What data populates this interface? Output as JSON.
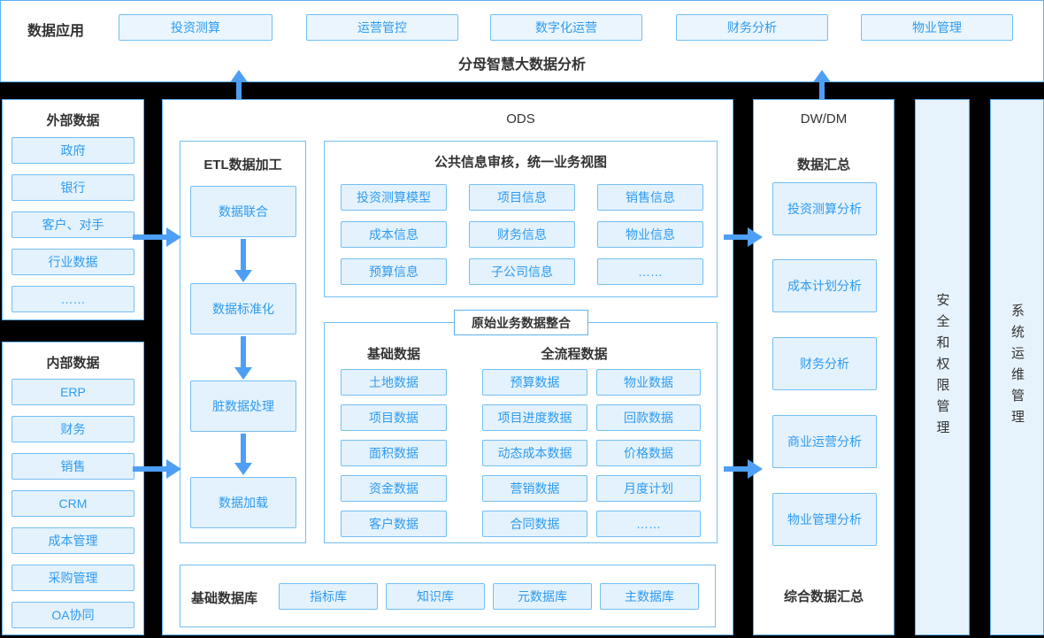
{
  "colors": {
    "background": "#000000",
    "panel_border": "#5FB0F1",
    "chip_fill": "#E4F2FD",
    "chip_border": "#73BFF2",
    "chip_text": "#2E9BF0",
    "arrow": "#4D9FF5",
    "heading_text": "#333333"
  },
  "top_band": {
    "label": "数据应用",
    "apps": [
      "投资测算",
      "运营管控",
      "数字化运营",
      "财务分析",
      "物业管理"
    ],
    "title": "分母智慧大数据分析"
  },
  "external_data": {
    "title": "外部数据",
    "items": [
      "政府",
      "银行",
      "客户、对手",
      "行业数据",
      "……"
    ]
  },
  "internal_data": {
    "title": "内部数据",
    "items": [
      "ERP",
      "财务",
      "销售",
      "CRM",
      "成本管理",
      "采购管理",
      "OA协同"
    ]
  },
  "ods": {
    "title": "ODS",
    "etl": {
      "title": "ETL数据加工",
      "steps": [
        "数据联合",
        "数据标准化",
        "脏数据处理",
        "数据加载"
      ]
    },
    "public_info": {
      "title": "公共信息审核，统一业务视图",
      "items": [
        "投资测算模型",
        "项目信息",
        "销售信息",
        "成本信息",
        "财务信息",
        "物业信息",
        "预算信息",
        "子公司信息",
        "……"
      ]
    },
    "raw_integration": {
      "title": "原始业务数据整合",
      "group1_label": "基础数据",
      "group2_label": "全流程数据",
      "col1": [
        "土地数据",
        "项目数据",
        "面积数据",
        "资金数据",
        "客户数据"
      ],
      "col2": [
        "预算数据",
        "项目进度数据",
        "动态成本数据",
        "营销数据",
        "合同数据"
      ],
      "col3": [
        "物业数据",
        "回款数据",
        "价格数据",
        "月度计划",
        "……"
      ]
    },
    "base_db": {
      "label": "基础数据库",
      "items": [
        "指标库",
        "知识库",
        "元数据库",
        "主数据库"
      ]
    }
  },
  "dwdm": {
    "title": "DW/DM",
    "subtitle": "数据汇总",
    "items": [
      "投资测算分析",
      "成本计划分析",
      "财务分析",
      "商业运营分析",
      "物业管理分析"
    ],
    "footer": "综合数据汇总"
  },
  "side_bars": {
    "security": "安全和权限管理",
    "ops": "系统运维管理"
  }
}
